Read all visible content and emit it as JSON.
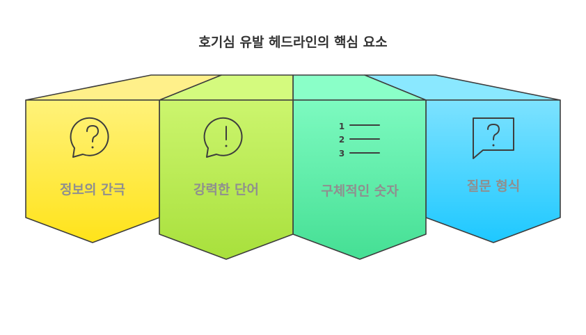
{
  "title": "호기심 유발 헤드라인의 핵심 요소",
  "colors": {
    "stroke": "#3d3d3d",
    "label": "#8f8f8f"
  },
  "elements": [
    {
      "label": "정보의 간극",
      "icon": "question-bubble-icon",
      "top": "#fff08a",
      "front_top": "#fff27a",
      "front_bottom": "#ffe31a"
    },
    {
      "label": "강력한 단어",
      "icon": "exclamation-bubble-icon",
      "top": "#d4fa7e",
      "front_top": "#ccf56e",
      "front_bottom": "#a8e03c"
    },
    {
      "label": "구체적인 숫자",
      "icon": "numbered-list-icon",
      "list_numbers": [
        "1",
        "2",
        "3"
      ],
      "top": "#8affc8",
      "front_top": "#7dfac0",
      "front_bottom": "#45df94"
    },
    {
      "label": "질문 형식",
      "icon": "question-square-bubble-icon",
      "top": "#8ae8ff",
      "front_top": "#7de2ff",
      "front_bottom": "#1ec8ff"
    }
  ]
}
